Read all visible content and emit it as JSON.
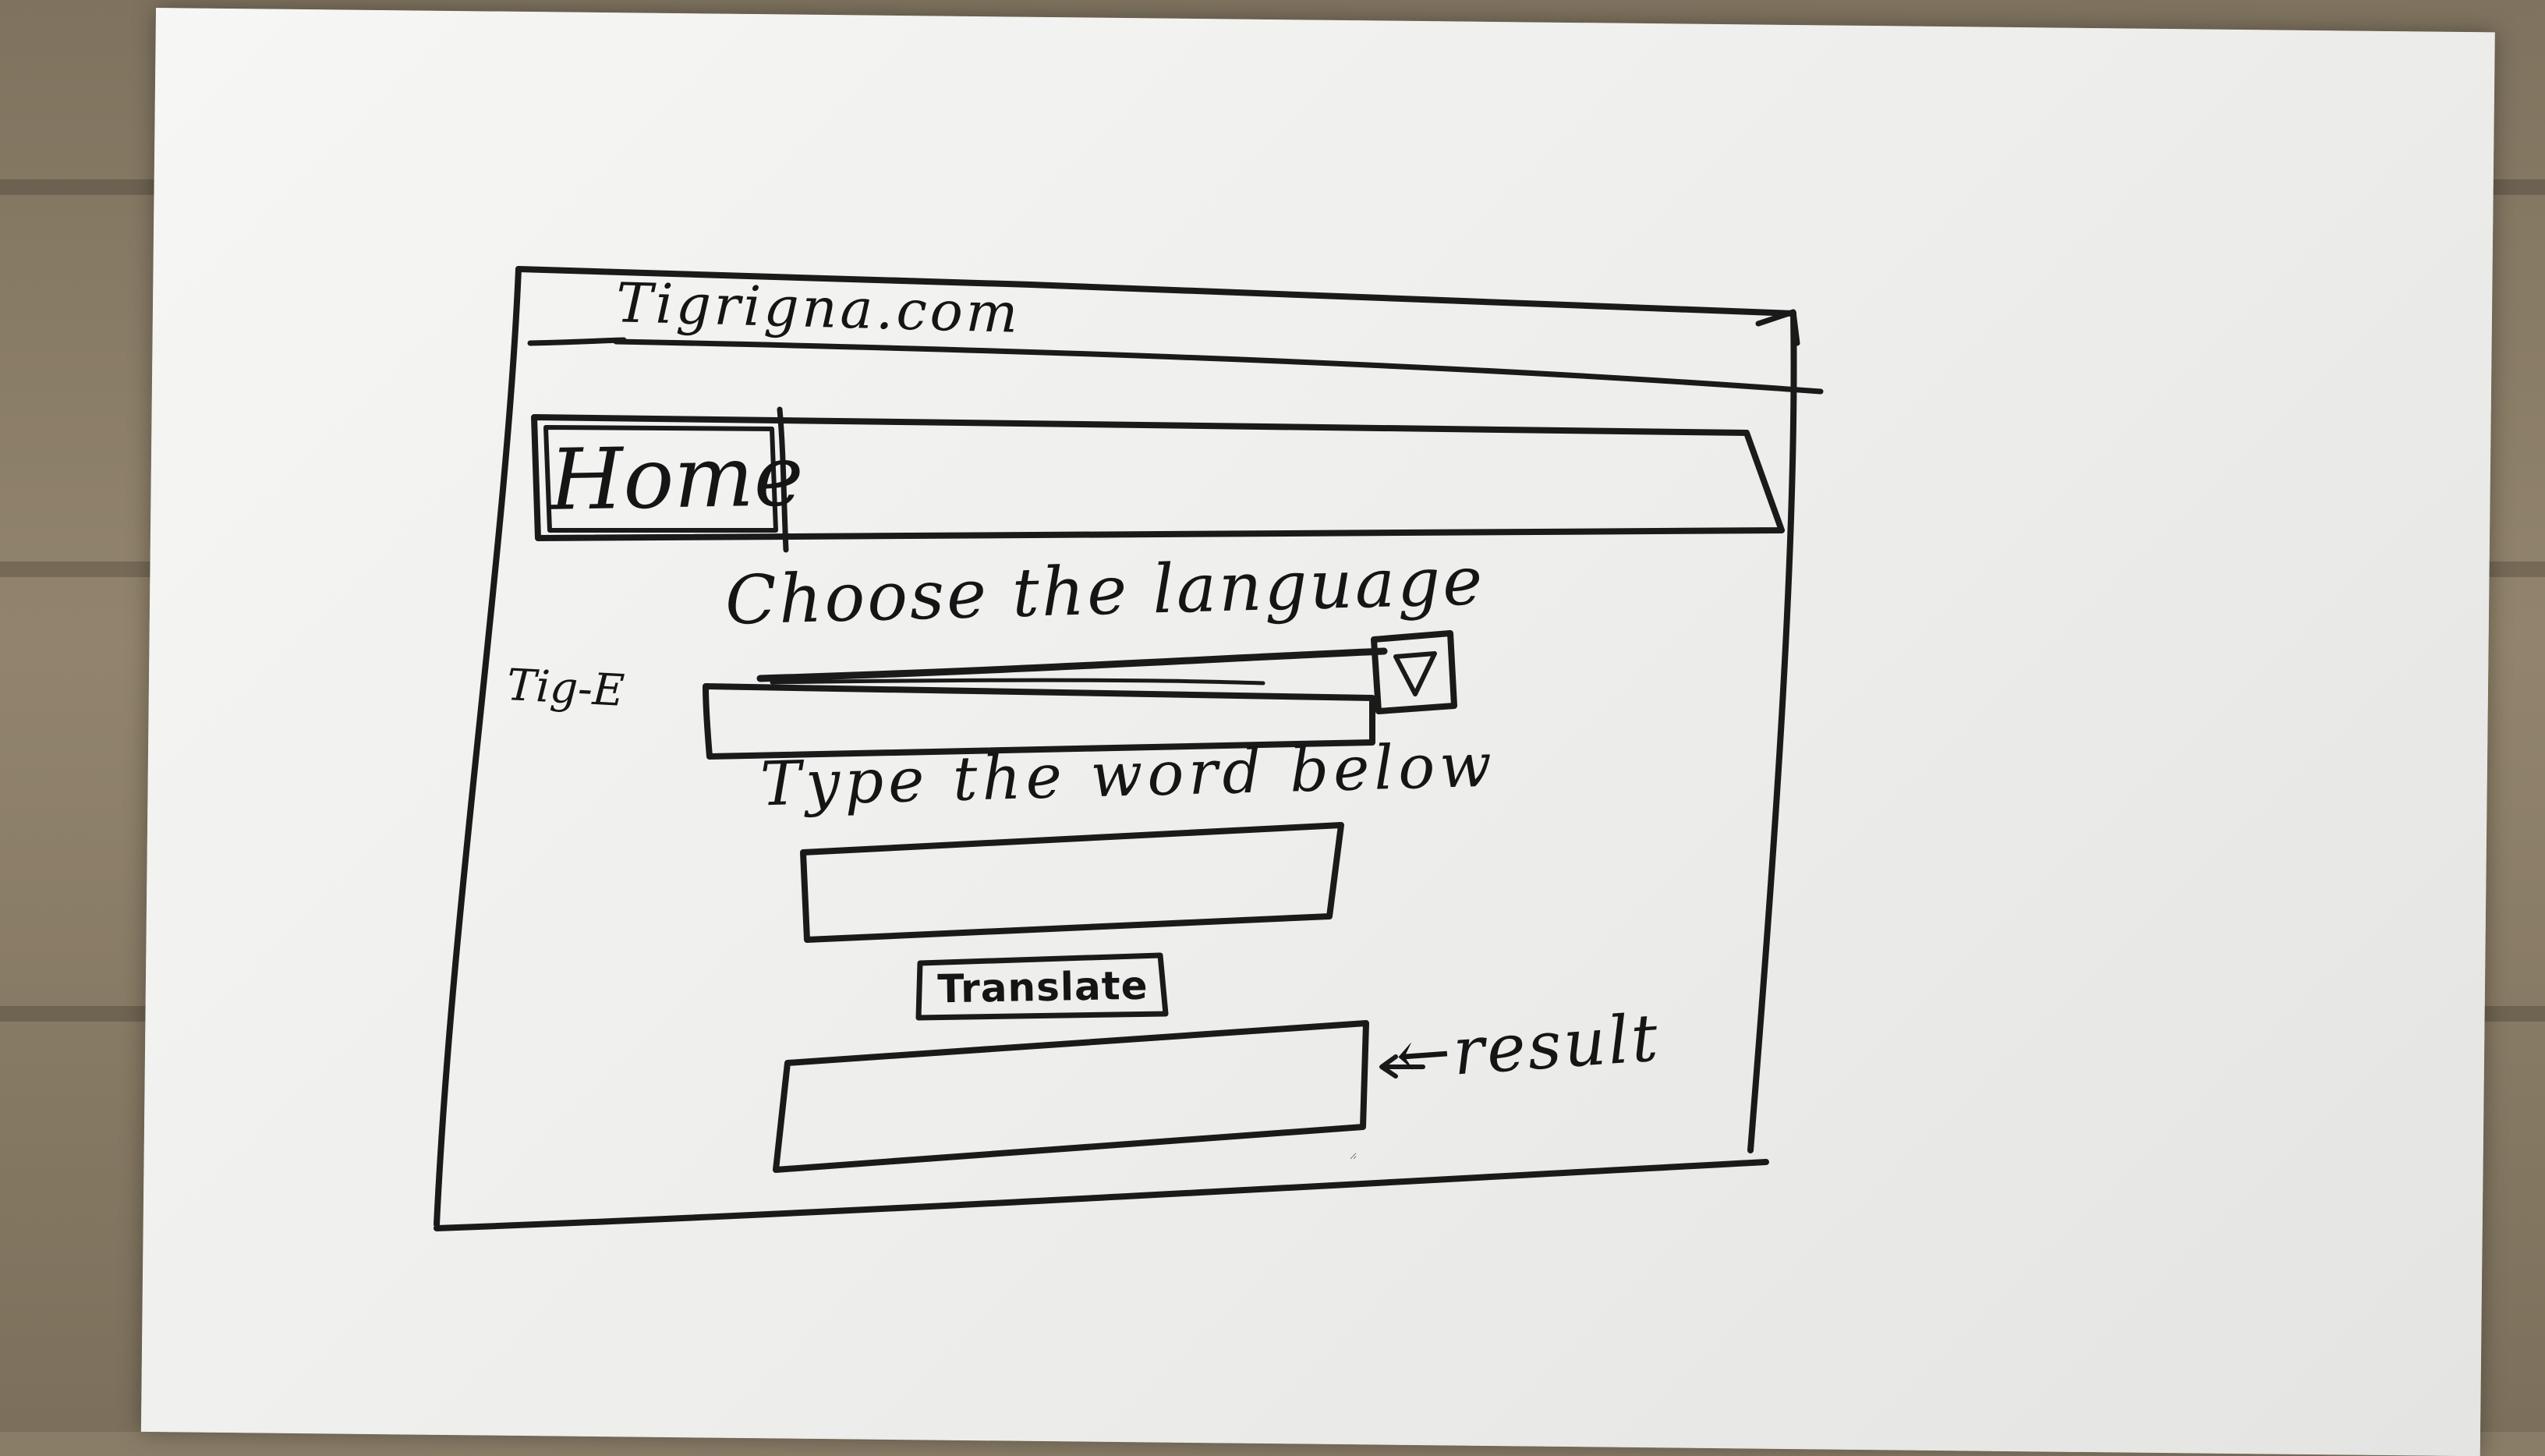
{
  "window": {
    "title": "Tigrigna.com"
  },
  "nav": {
    "tabs": [
      {
        "label": "Home"
      }
    ]
  },
  "language": {
    "heading": "Choose the language",
    "prefix": "Tig-E",
    "selected_value": "",
    "dropdown_icon": "triangle-down-icon"
  },
  "word": {
    "label": "Type the word below",
    "value": ""
  },
  "translate": {
    "button_label": "Translate"
  },
  "result": {
    "label": "←result",
    "value": ""
  },
  "colors": {
    "ink": "#1a1a1a",
    "paper": "#f2f2f0",
    "background": "#8a7d68"
  }
}
